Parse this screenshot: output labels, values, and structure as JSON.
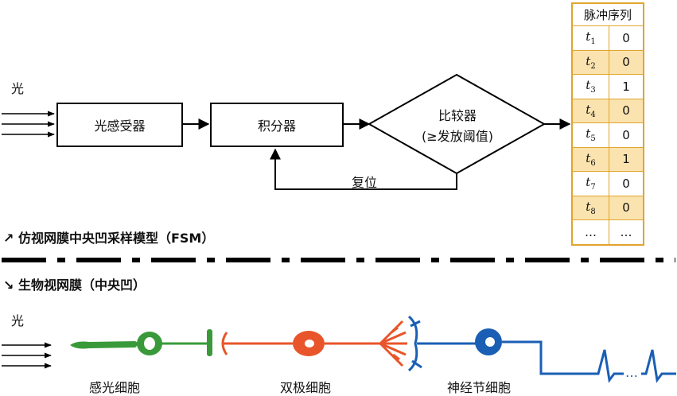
{
  "top": {
    "light_label": "光",
    "photoreceptor_box": "光感受器",
    "integrator_box": "积分器",
    "comparator_line1": "比较器",
    "comparator_line2": "(≥发放阈值)",
    "reset_label": "复位",
    "caption": "↗ 仿视网膜中央凹采样模型（FSM）"
  },
  "pulse_table": {
    "header": "脉冲序列",
    "rows": [
      {
        "t": "t",
        "sub": "1",
        "v": "0"
      },
      {
        "t": "t",
        "sub": "2",
        "v": "0"
      },
      {
        "t": "t",
        "sub": "3",
        "v": "1"
      },
      {
        "t": "t",
        "sub": "4",
        "v": "0"
      },
      {
        "t": "t",
        "sub": "5",
        "v": "0"
      },
      {
        "t": "t",
        "sub": "6",
        "v": "1"
      },
      {
        "t": "t",
        "sub": "7",
        "v": "0"
      },
      {
        "t": "t",
        "sub": "8",
        "v": "0"
      },
      {
        "t": "…",
        "sub": "",
        "v": "…"
      }
    ]
  },
  "bottom": {
    "caption": "↘ 生物视网膜（中央凹）",
    "light_label": "光",
    "photoreceptor_label": "感光细胞",
    "bipolar_label": "双极细胞",
    "ganglion_label": "神经节细胞"
  },
  "colors": {
    "photoreceptor": "#3a9a3a",
    "bipolar": "#e8552a",
    "ganglion": "#1a5fb4",
    "table_border": "#e0a52c",
    "table_fill": "#fbe3b0"
  }
}
